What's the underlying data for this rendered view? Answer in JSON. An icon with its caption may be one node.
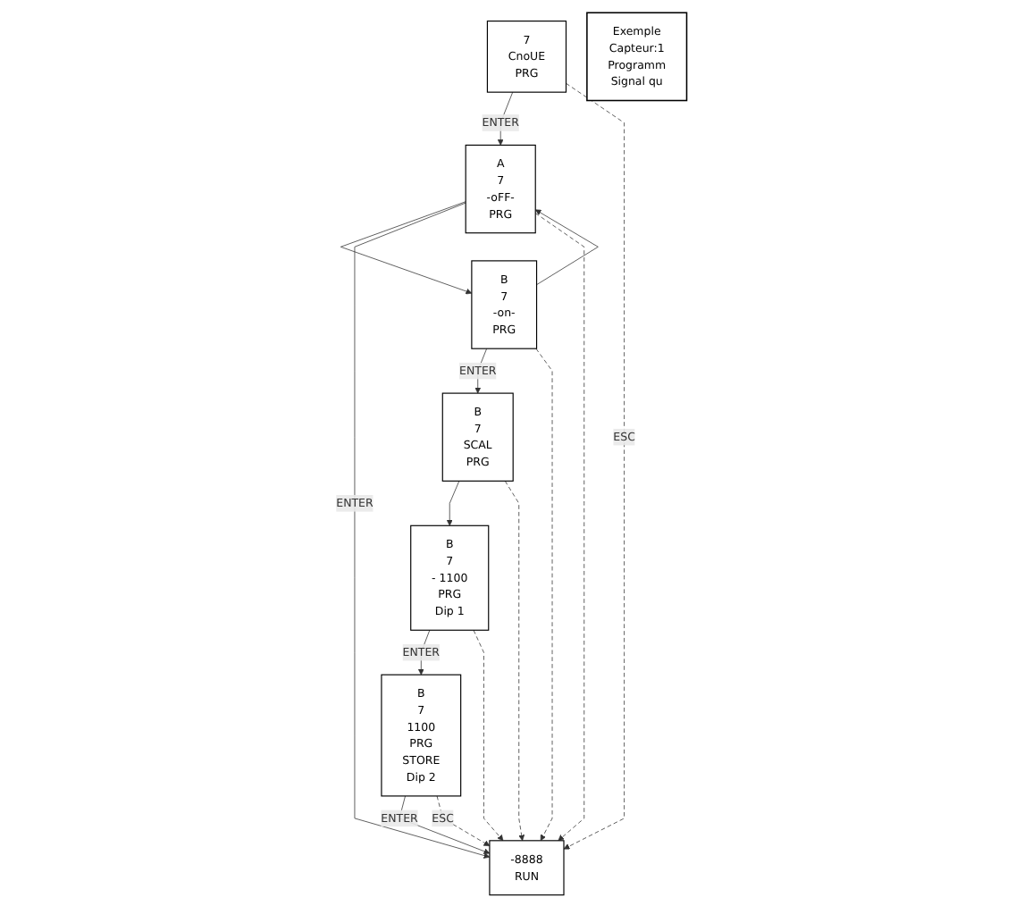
{
  "diagram": {
    "nodes": [
      {
        "text": [
          "7",
          "CnoUE",
          "PRG"
        ]
      },
      {
        "text": [
          "A",
          "7",
          "-oFF-",
          "PRG"
        ]
      },
      {
        "text": [
          "B",
          "7",
          "-on-",
          "PRG"
        ]
      },
      {
        "text": [
          "B",
          "7",
          "SCAL",
          "PRG"
        ]
      },
      {
        "text": [
          "B",
          "7",
          "- 1100",
          "PRG",
          "Dip 1"
        ]
      },
      {
        "text": [
          "B",
          "7",
          "1100",
          "PRG",
          "STORE",
          "Dip 2"
        ]
      },
      {
        "text": [
          "-8888",
          "RUN"
        ]
      },
      {
        "text": [
          "Exemple",
          "Capteur:1",
          "Programm",
          "Signal qu"
        ]
      }
    ],
    "edges": [
      {
        "from": 0,
        "to": 1,
        "arrow": "to",
        "label": "ENTER"
      },
      {
        "from": 1,
        "to": 2,
        "arrow": "to"
      },
      {
        "from": 2,
        "to": 1,
        "arrow": "to"
      },
      {
        "from": 2,
        "to": 3,
        "arrow": "to",
        "label": "ENTER"
      },
      {
        "from": 3,
        "to": 4,
        "arrow": "to"
      },
      {
        "from": 4,
        "to": 5,
        "arrow": "to",
        "label": "ENTER"
      },
      {
        "from": 1,
        "to": 6,
        "arrow": "to",
        "label": "ENTER"
      },
      {
        "from": 5,
        "to": 6,
        "arrow": "to",
        "label": "ENTER"
      },
      {
        "from": 0,
        "to": 6,
        "arrow": "to",
        "style": "dashed",
        "label": "ESC"
      },
      {
        "from": 1,
        "to": 6,
        "arrow": "to",
        "style": "dashed"
      },
      {
        "from": 2,
        "to": 6,
        "arrow": "to",
        "style": "dashed"
      },
      {
        "from": 3,
        "to": 6,
        "arrow": "to",
        "style": "dashed"
      },
      {
        "from": 4,
        "to": 6,
        "arrow": "to",
        "style": "dashed"
      },
      {
        "from": 5,
        "to": 6,
        "arrow": "to",
        "style": "dashed",
        "label": "ESC"
      }
    ]
  }
}
